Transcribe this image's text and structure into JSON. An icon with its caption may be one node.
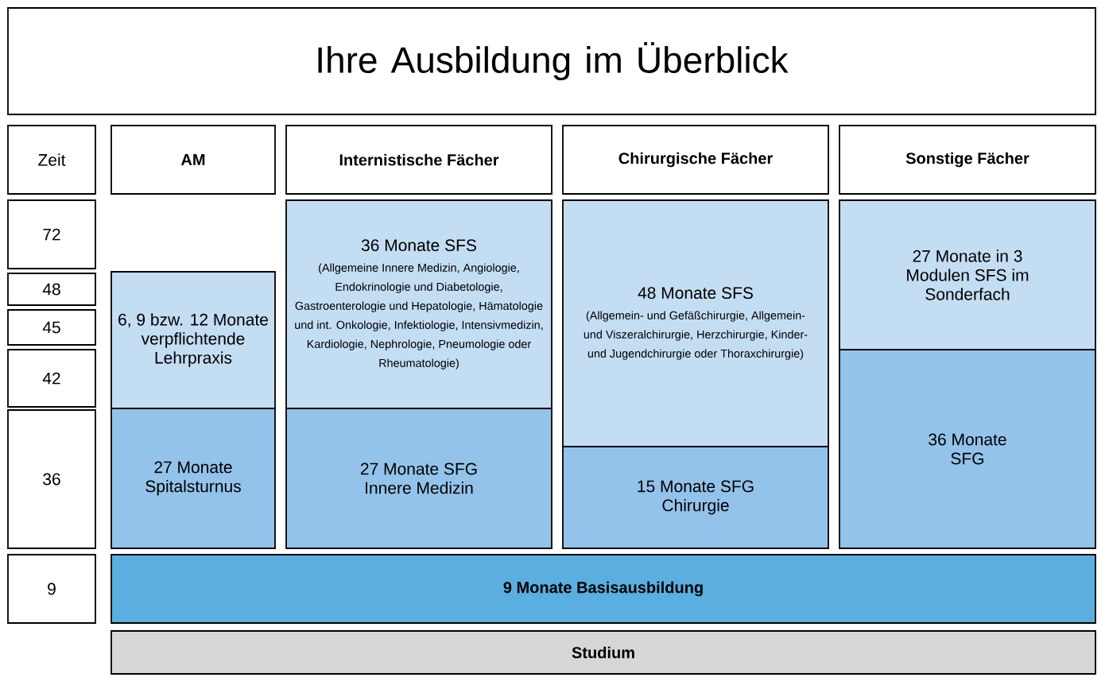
{
  "diagram": {
    "nodes": [
      {
        "text": [
          "Ihre Ausbildung im Überblick"
        ]
      },
      {
        "text": [
          "Zeit"
        ]
      },
      {
        "text": [
          "AM"
        ]
      },
      {
        "text": [
          "Internistische Fächer"
        ]
      },
      {
        "text": [
          "Chirurgische Fächer"
        ]
      },
      {
        "text": [
          "Sonstige Fächer"
        ]
      },
      {
        "text": [
          "72"
        ]
      },
      {
        "text": [
          "36 Monate SFS",
          "(Allgemeine Innere Medizin, Angiologie, Endokrinologie und Diabetologie, Gastroenterologie und Hepatologie, Hämatologie und int. Onkologie, Infektiologie, Intensivmedizin, Kardiologie, Nephrologie, Pneumologie oder Rheumatologie)"
        ]
      },
      {
        "text": [
          "48 Monate SFS",
          "(Allgemein- und Gefäßchirurgie, Allgemein- und Viszeralchirurgie, Herzchirurgie, Kinder- und Jugendchirurgie oder Thoraxchirurgie)"
        ]
      },
      {
        "text": [
          "27 Monate in 3 Modulen SFS im Sonderfach"
        ]
      },
      {
        "text": [
          "48"
        ]
      },
      {
        "text": [
          "6, 9 bzw. 12 Monate verpflichtende Lehrpraxis"
        ]
      },
      {
        "text": [
          "45"
        ]
      },
      {
        "text": [
          "42"
        ]
      },
      {
        "text": [
          "36"
        ]
      },
      {
        "text": [
          "27 Monate Spitalsturnus"
        ]
      },
      {
        "text": [
          "27 Monate SFG Innere Medizin"
        ]
      },
      {
        "text": [
          "15 Monate SFG Chirurgie"
        ]
      },
      {
        "text": [
          "36 Monate SFG"
        ]
      },
      {
        "text": [
          "9"
        ]
      },
      {
        "text": [
          "9 Monate Basisausbildung"
        ]
      },
      {
        "text": [
          "Studium"
        ]
      }
    ]
  }
}
